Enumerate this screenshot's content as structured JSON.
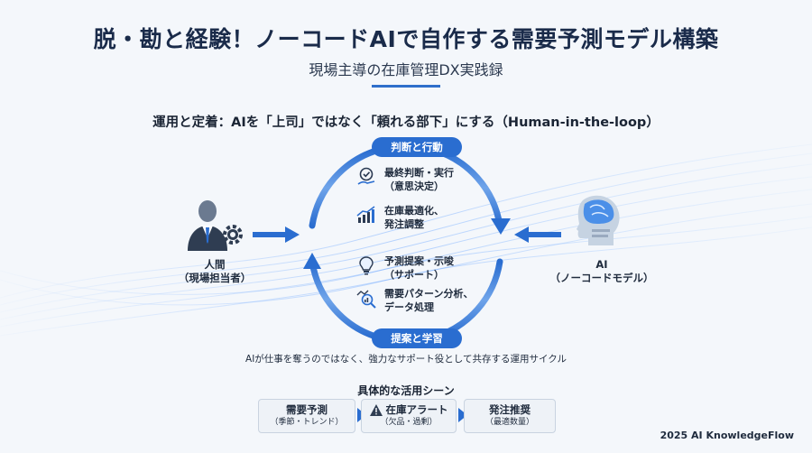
{
  "header": {
    "title": "脱・勘と経験！ノーコードAIで自作する需要予測モデル構築",
    "subtitle": "現場主導の在庫管理DX実践録"
  },
  "section": {
    "heading": "運用と定着：AIを「上司」ではなく「頼れる部下」にする（Human-in-the-loop）"
  },
  "cycle": {
    "top_label": "判断と行動",
    "bottom_label": "提案と学習",
    "items": [
      {
        "icon": "check-hand-icon",
        "text": "最終判断・実行\n（意思決定）"
      },
      {
        "icon": "bar-chart-rising-icon",
        "text": "在庫最適化、\n発注調整"
      },
      {
        "icon": "lightbulb-icon",
        "text": "予測提案・示唆\n（サポート）"
      },
      {
        "icon": "magnifier-chart-icon",
        "text": "需要パターン分析、\nデータ処理"
      }
    ]
  },
  "human": {
    "name": "人間",
    "role": "（現場担当者）",
    "icon": "person-gear-icon"
  },
  "ai": {
    "name": "AI",
    "role": "（ノーコードモデル）",
    "icon": "robot-head-icon"
  },
  "caption": "AIが仕事を奪うのではなく、強力なサポート役として共存する運用サイクル",
  "scenes": {
    "heading": "具体的な活用シーン",
    "items": [
      {
        "title": "需要予測",
        "sub": "（季節・トレンド）"
      },
      {
        "title": "在庫アラート",
        "sub": "（欠品・過剰）",
        "icon": "warning-icon"
      },
      {
        "title": "発注推奨",
        "sub": "（最適数量）"
      }
    ]
  },
  "footer": "2025 AI KnowledgeFlow",
  "colors": {
    "accent": "#2a6dd0",
    "title": "#1a2b4a"
  }
}
